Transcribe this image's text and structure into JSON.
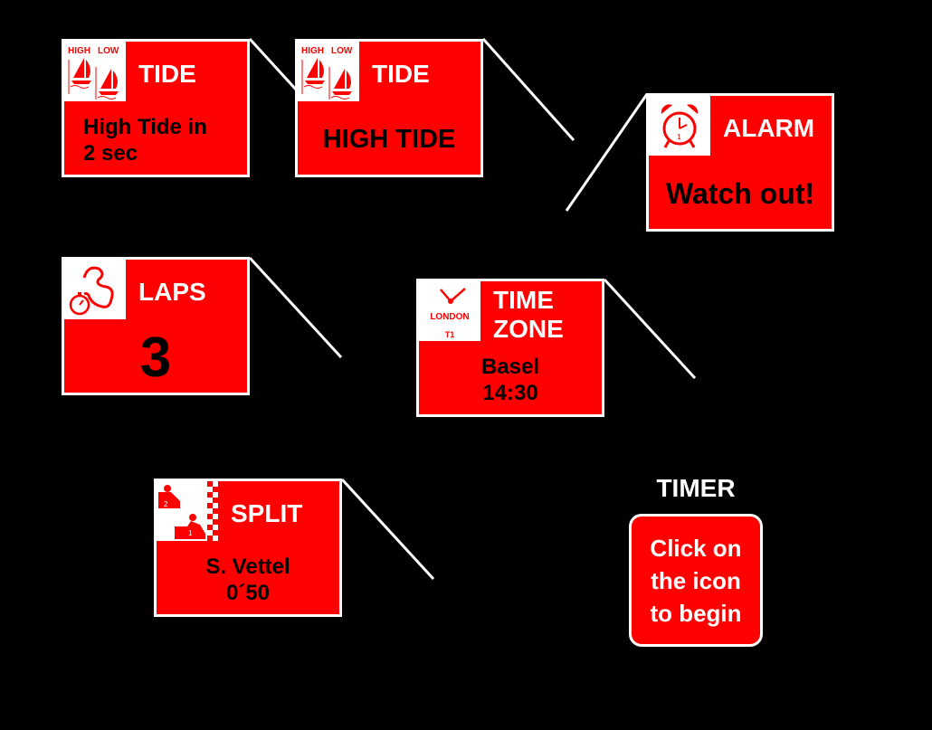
{
  "colors": {
    "accent": "#ff0000",
    "text": "#000000",
    "border": "#ffffff"
  },
  "widgets": {
    "tide1": {
      "title": "TIDE",
      "icon_high": "HIGH",
      "icon_low": "LOW",
      "body_line1": "High Tide in",
      "body_line2": "2 sec"
    },
    "tide2": {
      "title": "TIDE",
      "icon_high": "HIGH",
      "icon_low": "LOW",
      "body": "HIGH TIDE"
    },
    "alarm": {
      "title": "ALARM",
      "icon_number": "1",
      "body": "Watch out!"
    },
    "laps": {
      "title": "LAPS",
      "body": "3"
    },
    "timezone": {
      "title_line1": "TIME",
      "title_line2": "ZONE",
      "icon_city": "LONDON",
      "icon_label": "T1",
      "body_line1": "Basel",
      "body_line2": "14:30"
    },
    "split": {
      "title": "SPLIT",
      "icon_pos1": "1",
      "icon_pos2": "2",
      "body_line1": "S. Vettel",
      "body_line2": "0´50"
    },
    "timer": {
      "title": "TIMER",
      "button_line1": "Click on",
      "button_line2": "the icon",
      "button_line3": "to begin"
    }
  }
}
